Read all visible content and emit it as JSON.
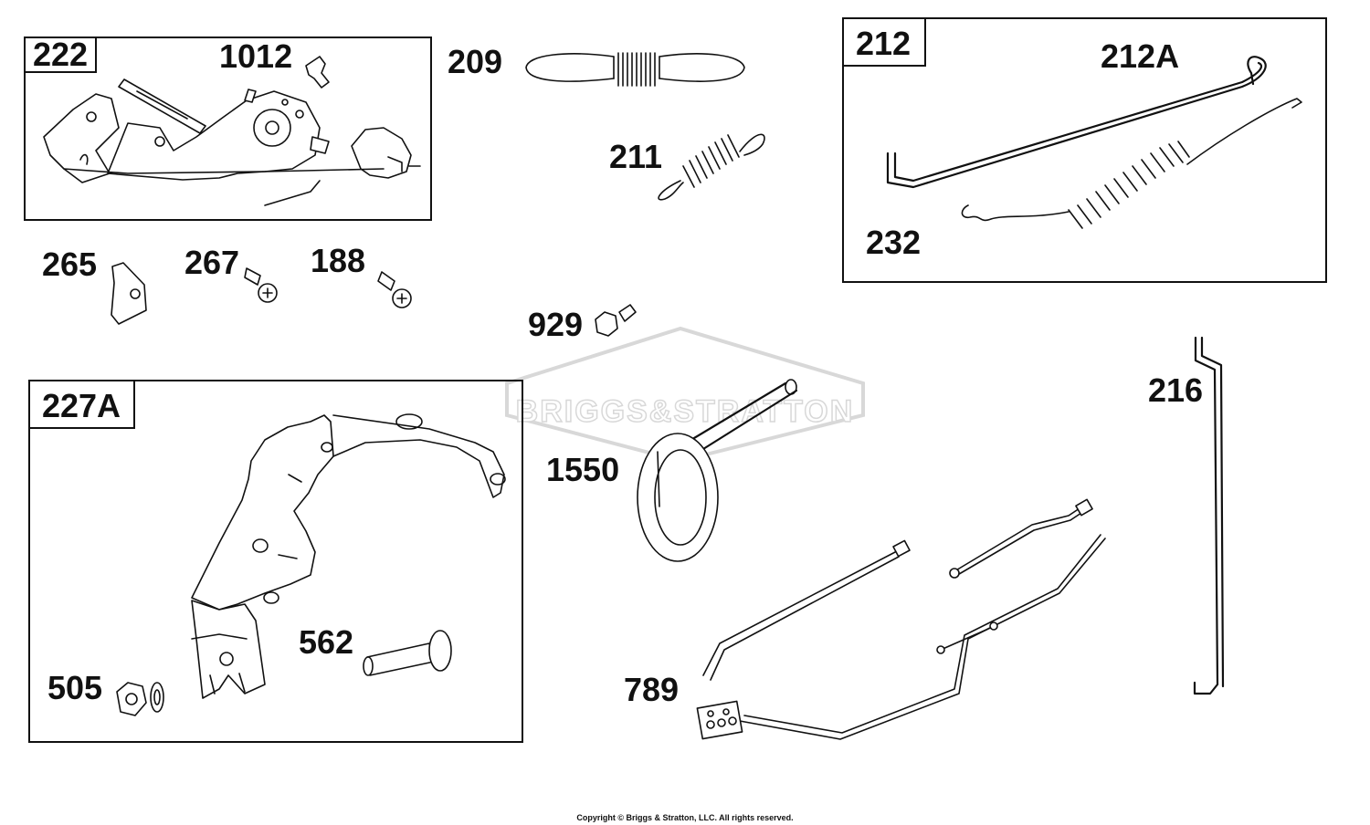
{
  "watermark": {
    "text": "BRIGGS&STRATTON"
  },
  "footer": {
    "copyright": "Copyright © Briggs & Stratton, LLC. All rights reserved."
  },
  "boxes": {
    "b222": "222",
    "b212": "212",
    "b227A": "227A"
  },
  "parts": {
    "p1012": "1012",
    "p209": "209",
    "p211": "211",
    "p212A": "212A",
    "p232": "232",
    "p265": "265",
    "p267": "267",
    "p188": "188",
    "p929": "929",
    "p216": "216",
    "p1550": "1550",
    "p562": "562",
    "p505": "505",
    "p789": "789"
  }
}
